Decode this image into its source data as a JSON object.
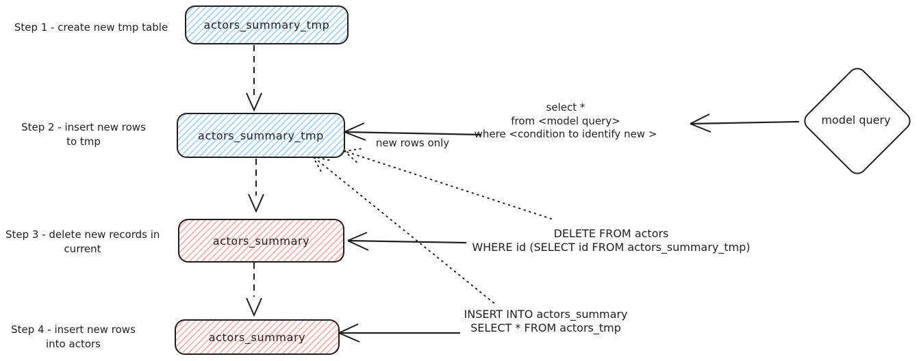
{
  "colors": {
    "background": "#ffffff",
    "stroke": "#1e1e1e",
    "blue_hatch": "#a5d8ff",
    "red_hatch": "#ffb3ad"
  },
  "steps": [
    {
      "lines": [
        "Step 1 - create new tmp table"
      ]
    },
    {
      "lines": [
        "Step 2 - insert new rows",
        "to tmp"
      ]
    },
    {
      "lines": [
        "Step 3 - delete new records in",
        "current"
      ]
    },
    {
      "lines": [
        "Step 4 - insert new rows",
        "into actors"
      ]
    }
  ],
  "nodes": {
    "tmp_table_step1": {
      "label": "actors_summary_tmp",
      "fill": "blue-hatch"
    },
    "tmp_table_step2": {
      "label": "actors_summary_tmp",
      "fill": "blue-hatch"
    },
    "summary_table_step3": {
      "label": "actors_summary",
      "fill": "red-hatch"
    },
    "summary_table_step4": {
      "label": "actors_summary",
      "fill": "red-hatch"
    },
    "model_query": {
      "label": "model query",
      "shape": "diamond"
    }
  },
  "annotations": {
    "select_query": {
      "lines": [
        "select *",
        "from <model query>",
        "where <condition to identify new >"
      ]
    },
    "new_rows_only": {
      "lines": [
        "new rows only"
      ]
    },
    "delete_sql": {
      "lines": [
        "DELETE FROM actors",
        "WHERE id (SELECT id FROM actors_summary_tmp)"
      ]
    },
    "insert_sql": {
      "lines": [
        "INSERT INTO actors_summary",
        "SELECT * FROM actors_tmp"
      ]
    }
  }
}
